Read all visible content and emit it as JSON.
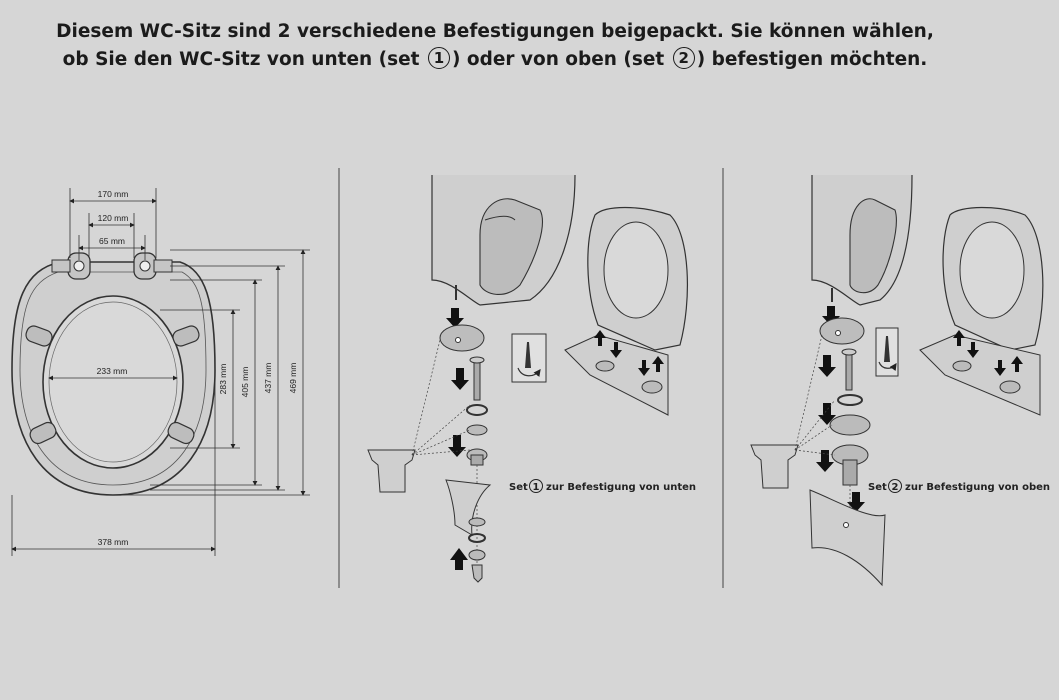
{
  "header": {
    "line1": "Diesem WC-Sitz sind 2 verschiedene Befestigungen beigepackt. Sie können wählen,",
    "line2_a": "ob Sie den WC-Sitz von unten (set",
    "set1_num": "1",
    "line2_b": ") oder von oben (set",
    "set2_num": "2",
    "line2_c": ") befestigen möchten."
  },
  "dimensions": {
    "w170": "170 mm",
    "w120": "120 mm",
    "w65": "65 mm",
    "w233": "233 mm",
    "w378": "378 mm",
    "h283": "283 mm",
    "h405": "405 mm",
    "h437": "437 mm",
    "h469": "469 mm"
  },
  "captions": {
    "set1_num": "1",
    "set1_text": "zur Befestigung von unten",
    "set2_num": "2",
    "set2_text": "zur Befestigung von oben",
    "set_word": "Set"
  },
  "colors": {
    "background": "#d6d6d6",
    "ink": "#1b1b1b",
    "seat_fill": "#cfcfcf",
    "seat_stroke": "#333333"
  }
}
